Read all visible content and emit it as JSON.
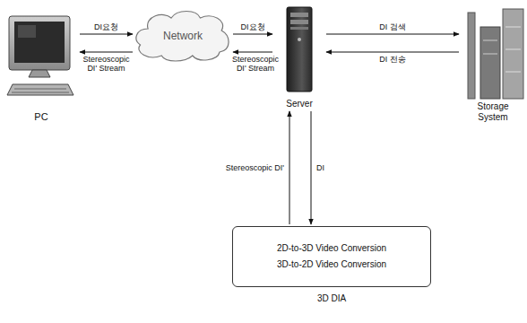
{
  "diagram": {
    "nodes": [
      {
        "text": [
          "PC"
        ]
      },
      {
        "text": [
          "Network"
        ]
      },
      {
        "text": [
          "Server"
        ]
      },
      {
        "text": [
          "Storage System"
        ]
      },
      {
        "text": [
          "2D-to-3D Video Conversion",
          "3D-to-2D Video Conversion",
          "3D DIA"
        ]
      }
    ],
    "edges": [
      {
        "from": 0,
        "to": 1,
        "arrow": "to",
        "label": "DI요청"
      },
      {
        "from": 1,
        "to": 0,
        "arrow": "to",
        "label": "Stereoscopic DI' Stream"
      },
      {
        "from": 1,
        "to": 2,
        "arrow": "to",
        "label": "DI요청"
      },
      {
        "from": 2,
        "to": 1,
        "arrow": "to",
        "label": "Stereoscopic DI' Stream"
      },
      {
        "from": 2,
        "to": 3,
        "arrow": "to",
        "label": "DI 검색"
      },
      {
        "from": 3,
        "to": 2,
        "arrow": "to",
        "label": "DI 전송"
      },
      {
        "from": 4,
        "to": 2,
        "arrow": "to",
        "label": "Stereoscopic DI'"
      },
      {
        "from": 2,
        "to": 4,
        "arrow": "to",
        "label": "DI"
      }
    ]
  }
}
